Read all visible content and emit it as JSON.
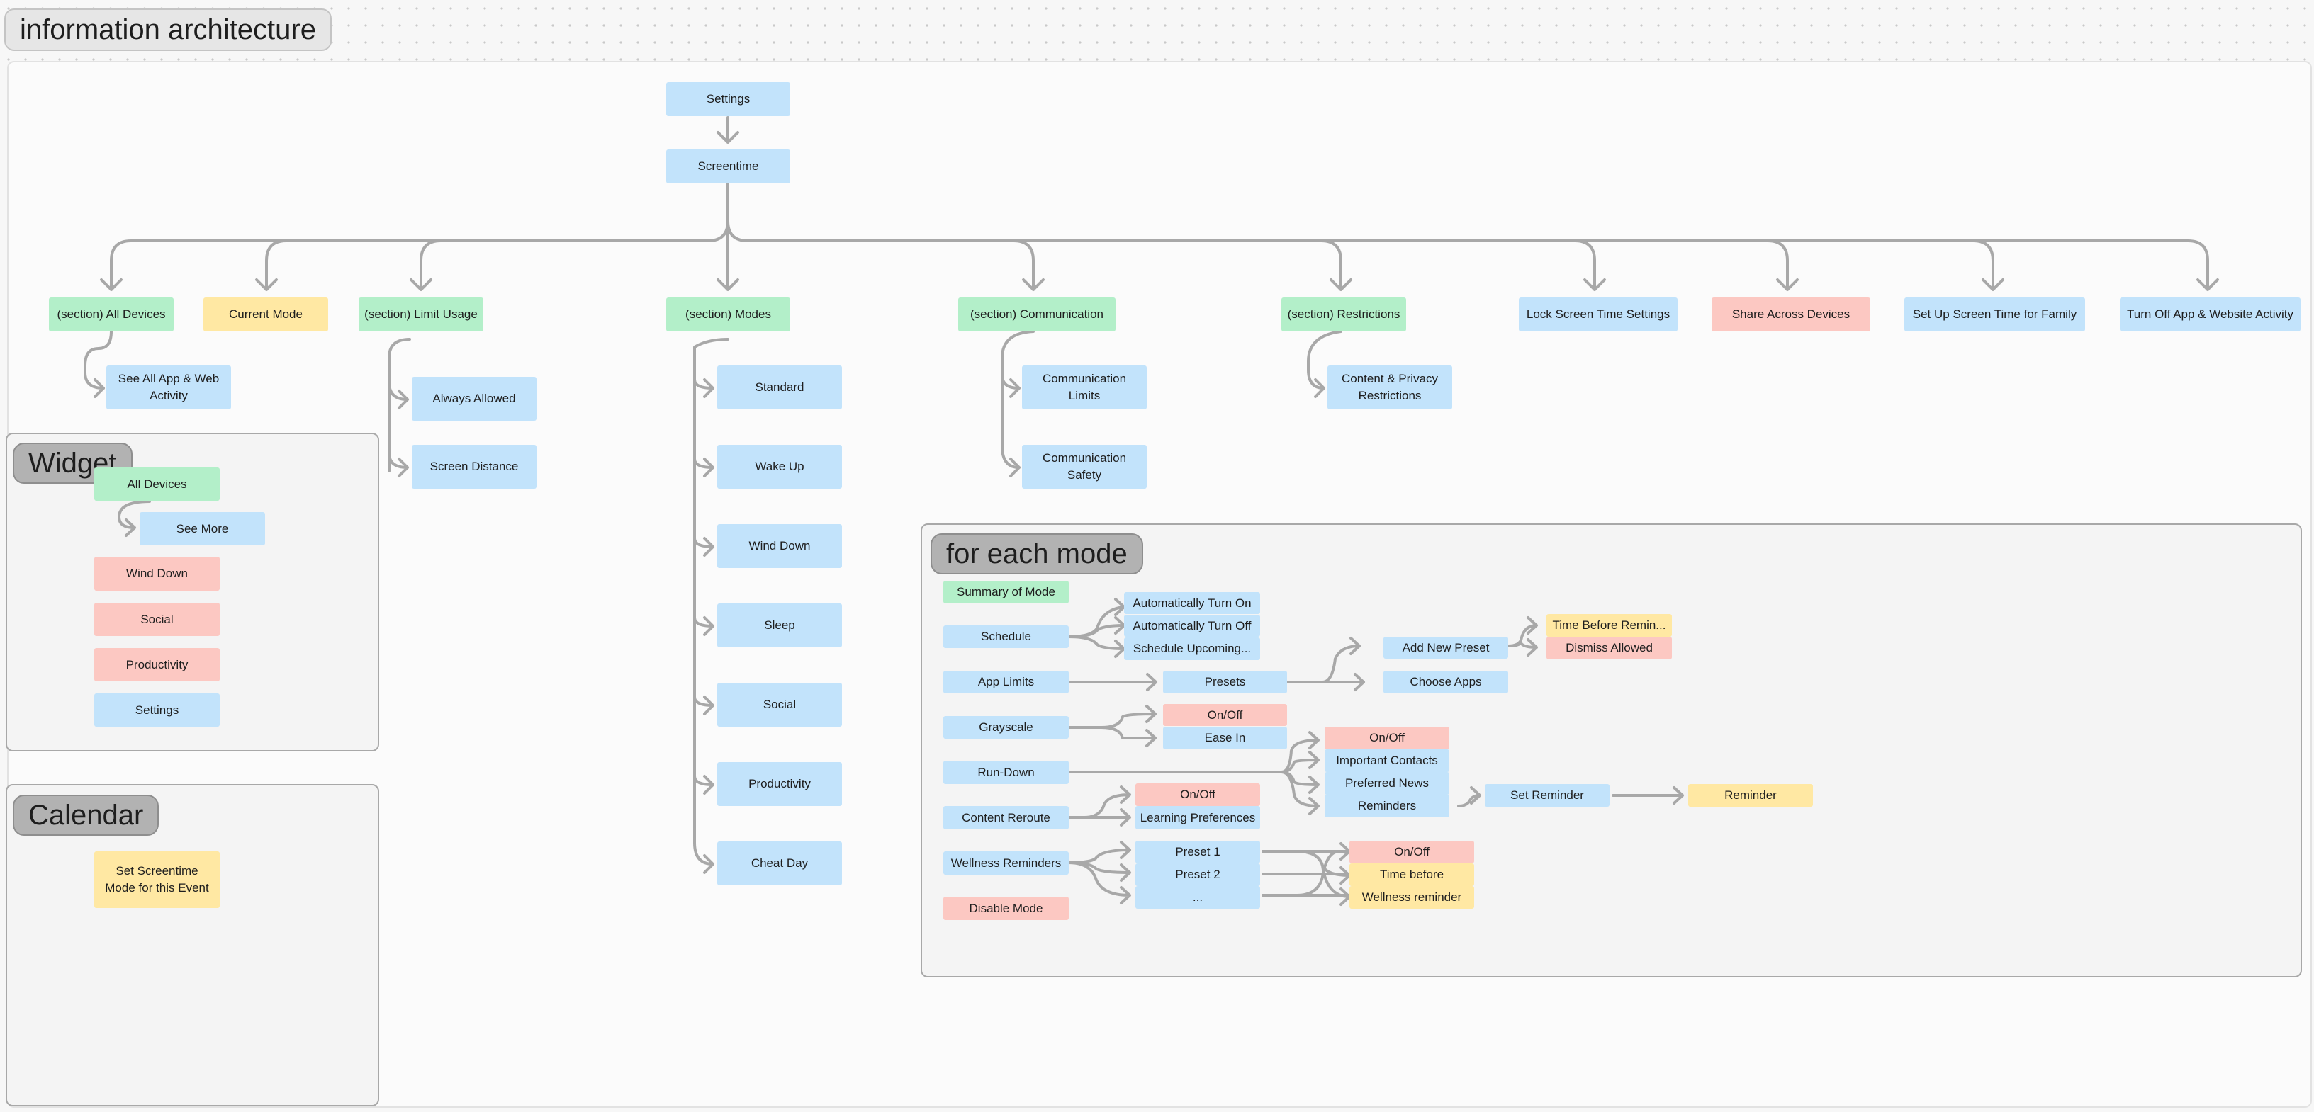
{
  "board": {
    "title": "information architecture"
  },
  "colors": {
    "blue": "#c2e3fb",
    "green": "#b3efc9",
    "yellow": "#ffe8a3",
    "red": "#fcc8c2",
    "connector": "#a8a8a8"
  },
  "tree": {
    "root": "Settings",
    "screentime": "Screentime",
    "branches": {
      "all_devices": "(section) All Devices",
      "current_mode": "Current Mode",
      "limit_usage": "(section) Limit Usage",
      "modes": "(section) Modes",
      "communication": "(section) Communication",
      "restrictions": "(section) Restrictions",
      "lock_settings": "Lock Screen Time Settings",
      "share_devices": "Share Across Devices",
      "family": "Set Up Screen Time for Family",
      "turn_off": "Turn Off App & Website Activity"
    },
    "all_devices_children": [
      "See All App & Web Activity"
    ],
    "limit_usage_children": [
      "Always Allowed",
      "Screen Distance"
    ],
    "modes_children": [
      "Standard",
      "Wake Up",
      "Wind Down",
      "Sleep",
      "Social",
      "Productivity",
      "Cheat Day"
    ],
    "communication_children": [
      "Communication Limits",
      "Communication Safety"
    ],
    "restrictions_children": [
      "Content & Privacy Restrictions"
    ]
  },
  "widget": {
    "label": "Widget",
    "all_devices": "All Devices",
    "see_more": "See More",
    "items": [
      "Wind Down",
      "Social",
      "Productivity",
      "Settings"
    ]
  },
  "calendar": {
    "label": "Calendar",
    "event": "Set Screentime Mode for this Event"
  },
  "each_mode": {
    "label": "for each mode",
    "summary": "Summary of Mode",
    "schedule": "Schedule",
    "schedule_items": [
      "Automatically Turn On",
      "Automatically Turn Off",
      "Schedule Upcoming..."
    ],
    "app_limits": "App Limits",
    "presets": "Presets",
    "add_new_preset": "Add New Preset",
    "choose_apps": "Choose Apps",
    "time_before_reminder": "Time Before Remin...",
    "dismiss_allowed": "Dismiss Allowed",
    "grayscale": "Grayscale",
    "grayscale_items": [
      "On/Off",
      "Ease In"
    ],
    "run_down": "Run-Down",
    "run_down_items": [
      "On/Off",
      "Important Contacts",
      "Preferred News",
      "Reminders"
    ],
    "set_reminder": "Set Reminder",
    "reminder": "Reminder",
    "content_reroute": "Content Reroute",
    "content_reroute_items": [
      "On/Off",
      "Learning Preferences"
    ],
    "wellness_reminders": "Wellness Reminders",
    "wellness_presets": [
      "Preset 1",
      "Preset 2",
      "..."
    ],
    "wellness_items": [
      "On/Off",
      "Time before",
      "Wellness reminder"
    ],
    "disable_mode": "Disable Mode"
  }
}
